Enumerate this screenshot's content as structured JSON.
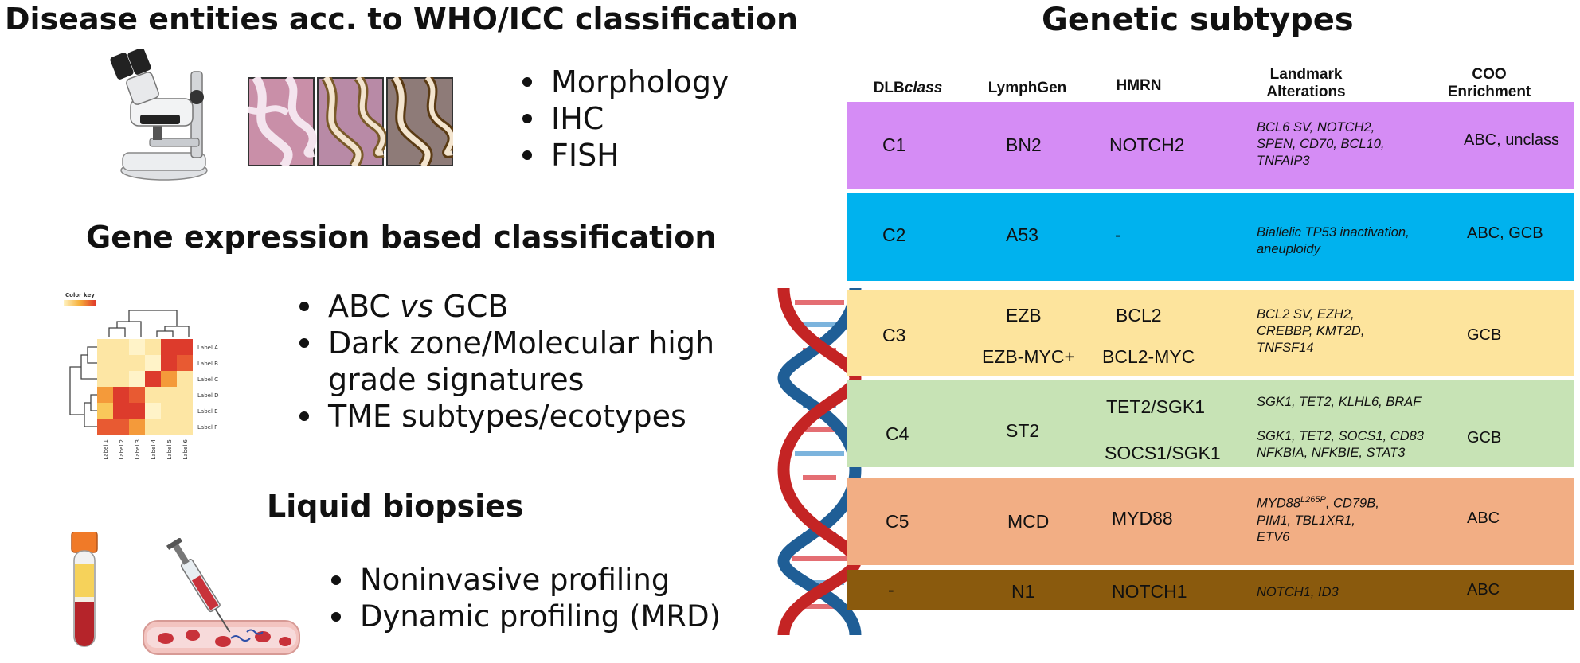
{
  "left": {
    "section1": {
      "title": "Disease entities acc. to WHO/ICC classification",
      "bullets": [
        "Morphology",
        "IHC",
        "FISH"
      ]
    },
    "section2": {
      "title": "Gene expression based classification",
      "heatmap": {
        "color_key": "Color key",
        "row_labels": [
          "Label A",
          "Label B",
          "Label C",
          "Label D",
          "Label E",
          "Label F"
        ],
        "col_labels": [
          "Label 1",
          "Label 2",
          "Label 3",
          "Label 4",
          "Label 5",
          "Label 6"
        ]
      },
      "bullet1_pre": "ABC ",
      "bullet1_italic": "vs",
      "bullet1_post": " GCB",
      "bullet2_line1": "Dark zone/Molecular high",
      "bullet2_line2": "grade signatures",
      "bullet3": "TME subtypes/ecotypes"
    },
    "section3": {
      "title": "Liquid biopsies",
      "bullets": [
        "Noninvasive profiling",
        "Dynamic profiling (MRD)"
      ]
    }
  },
  "right": {
    "title": "Genetic subtypes",
    "headers": {
      "dlbclass_pre": "DLB",
      "dlbclass_italic": "class",
      "lymphgen": "LymphGen",
      "hmrn": "HMRN",
      "landmark_line1": "Landmark",
      "landmark_line2": "Alterations",
      "coo_line1": "COO",
      "coo_line2": "Enrichment"
    },
    "rows": [
      {
        "color": "#d58cf5",
        "dlbclass": "C1",
        "lymphgen": "BN2",
        "hmrn": "NOTCH2",
        "alterations": [
          "BCL6 SV, NOTCH2,",
          "SPEN, CD70, BCL10,",
          "TNFAIP3"
        ],
        "coo": "ABC, unclass"
      },
      {
        "color": "#00b2ee",
        "dlbclass": "C2",
        "lymphgen": "A53",
        "hmrn": "-",
        "alterations": [
          "Biallelic TP53 inactivation,",
          "aneuploidy"
        ],
        "coo": "ABC, GCB"
      },
      {
        "color": "#fde49d",
        "dlbclass": "C3",
        "lymphgen_a": "EZB",
        "lymphgen_b": "EZB-MYC+",
        "hmrn_a": "BCL2",
        "hmrn_b": "BCL2-MYC",
        "alterations": [
          "BCL2 SV, EZH2,",
          "CREBBP, KMT2D,",
          "TNFSF14"
        ],
        "coo": "GCB"
      },
      {
        "color": "#c7e3b5",
        "dlbclass": "C4",
        "lymphgen": "ST2",
        "hmrn_a": "TET2/SGK1",
        "hmrn_b": "SOCS1/SGK1",
        "alterations_a": "SGK1, TET2, KLHL6, BRAF",
        "alterations_b": [
          "SGK1, TET2, SOCS1, CD83",
          "NFKBIA, NFKBIE, STAT3"
        ],
        "coo": "GCB"
      },
      {
        "color": "#f2ae84",
        "dlbclass": "C5",
        "lymphgen": "MCD",
        "hmrn": "MYD88",
        "alt_line1_pre": "MYD88",
        "alt_line1_sup": "L265P",
        "alt_line1_post": ", CD79B,",
        "alterations": [
          "PIM1, TBL1XR1,",
          "ETV6"
        ],
        "coo": "ABC"
      },
      {
        "color": "#8a5a0d",
        "dlbclass": "-",
        "lymphgen": "N1",
        "hmrn": "NOTCH1",
        "alterations": [
          "NOTCH1, ID3"
        ],
        "coo": "ABC"
      }
    ]
  }
}
